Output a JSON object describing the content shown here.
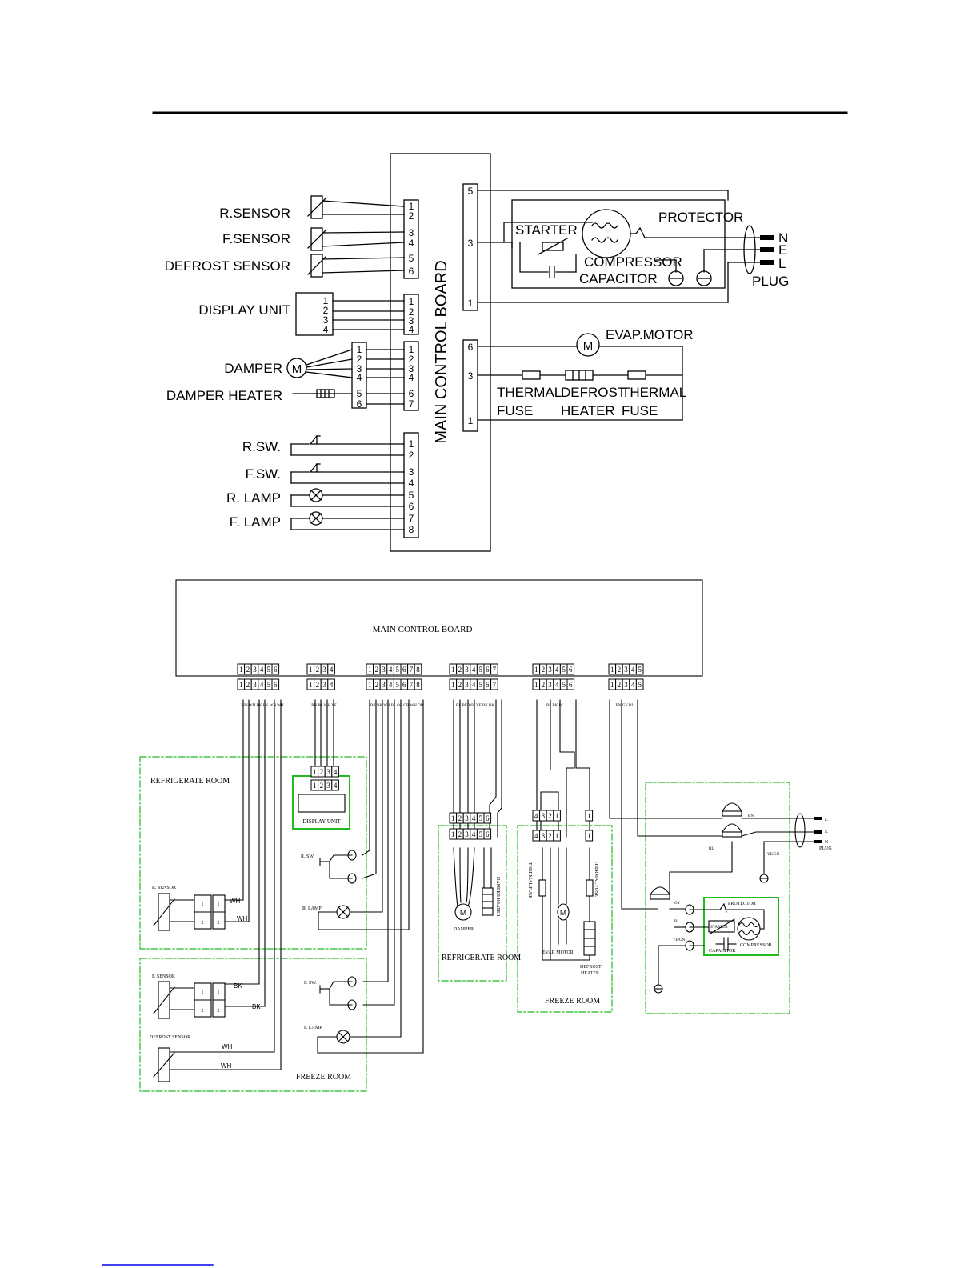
{
  "upper": {
    "board_label": "MAIN CONTROL BOARD",
    "left_labels": {
      "r_sensor": "R.SENSOR",
      "f_sensor": "F.SENSOR",
      "defrost_sensor": "DEFROST SENSOR",
      "display_unit": "DISPLAY UNIT",
      "damper": "DAMPER",
      "damper_heater": "DAMPER HEATER",
      "r_sw": "R.SW.",
      "f_sw": "F.SW.",
      "r_lamp": "R. LAMP",
      "f_lamp": "F. LAMP"
    },
    "right_labels": {
      "protector": "PROTECTOR",
      "starter": "STARTER",
      "compressor": "COMPRESSOR",
      "capacitor": "CAPACITOR",
      "plug": "PLUG",
      "n": "N",
      "e": "E",
      "l": "L",
      "evap_motor": "EVAP.MOTOR",
      "thermal1": "THERMAL",
      "fuse1": "FUSE",
      "defrost": "DEFROST",
      "heater": "HEATER",
      "thermal2": "THERMAL",
      "fuse2": "FUSE",
      "motor_symbol": "M"
    },
    "pins": {
      "sensor": [
        "1",
        "2",
        "3",
        "4",
        "5",
        "6"
      ],
      "display": [
        "1",
        "2",
        "3",
        "4"
      ],
      "damper_board": [
        "1",
        "2",
        "3",
        "4",
        "6",
        "7"
      ],
      "damper_conn": [
        "1",
        "2",
        "3",
        "4",
        "5",
        "6"
      ],
      "switch": [
        "1",
        "2",
        "3",
        "4",
        "5",
        "6",
        "7",
        "8"
      ],
      "power": [
        "5",
        "3",
        "1"
      ],
      "evap": [
        "6",
        "3",
        "1"
      ]
    }
  },
  "lower": {
    "board_label": "MAIN CONTROL BOARD",
    "connectors": {
      "c1": [
        "1",
        "2",
        "3",
        "4",
        "5",
        "6"
      ],
      "c2": [
        "1",
        "2",
        "3",
        "4"
      ],
      "c3": [
        "1",
        "2",
        "3",
        "4",
        "5",
        "6",
        "7",
        "8"
      ],
      "c4": [
        "1",
        "2",
        "3",
        "4",
        "5",
        "6",
        "7"
      ],
      "c5": [
        "1",
        "2",
        "3",
        "4",
        "5",
        "6"
      ],
      "c6": [
        "1",
        "2",
        "3",
        "4",
        "5"
      ]
    },
    "wire_codes": {
      "c1": "WH WH BK BK WH WH",
      "c2": "BN BL WH YE",
      "c3": "BK BK WH BL OR OR WH OR",
      "c4": "BL BK WH YE BK BK",
      "c5": "BL BK BL",
      "c6": "BN GY BL"
    },
    "regions": {
      "refrigerate_room": "REFRIGERATE ROOM",
      "freeze_room": "FREEZE ROOM",
      "refrigerate_room_mid": "REFRIGERATE ROOM",
      "freeze_room_right": "FREEZE ROOM"
    },
    "labels": {
      "display_unit": "DISPLAY UNIT",
      "r_sensor": "R. SENSOR",
      "f_sensor": "F. SENSOR",
      "defrost_sensor": "DEFROST SENSOR",
      "r_sw": "R. SW.",
      "r_lamp": "R. LAMP",
      "f_sw": "F. SW.",
      "f_lamp": "F. LAMP",
      "damper": "DAMPER",
      "damper_heater": "DAMPER HEATER",
      "thermal_fuse_1": "THERMAL FUSE",
      "thermal_fuse_2": "THERMAL FUSE",
      "evap_motor": "EVAP. MOTOR",
      "defrost_heater_1": "DEFROST",
      "defrost_heater_2": "HEATER",
      "protector": "PROTECTOR",
      "starter": "STARTER",
      "capacitor": "CAPACITOR",
      "compressor": "COMPRESSOR",
      "plug": "PLUG",
      "l": "L",
      "e": "E",
      "n": "N",
      "bn": "BN",
      "bl": "BL",
      "gy": "GY",
      "bl2": "BL",
      "yegn": "YE/GN",
      "yegn2": "YE/GN"
    },
    "wire_labels": {
      "r_wh_1": "WH",
      "r_wh_2": "WH",
      "f_bk_1": "BK",
      "f_bk_2": "BK",
      "d_wh_1": "WH",
      "d_wh_2": "WH"
    },
    "pins12": [
      "1",
      "2"
    ],
    "pins_display_conn": [
      "1",
      "2",
      "3",
      "4"
    ],
    "pins_damper_conn": [
      "1",
      "2",
      "3",
      "4",
      "5",
      "6"
    ],
    "pins_freeze_conn": [
      "4",
      "3",
      "2",
      "1"
    ],
    "pin_single": "1"
  },
  "colors": {
    "ink": "#000000",
    "region_border": "#22bb22",
    "footer_link": "#0000ee"
  }
}
